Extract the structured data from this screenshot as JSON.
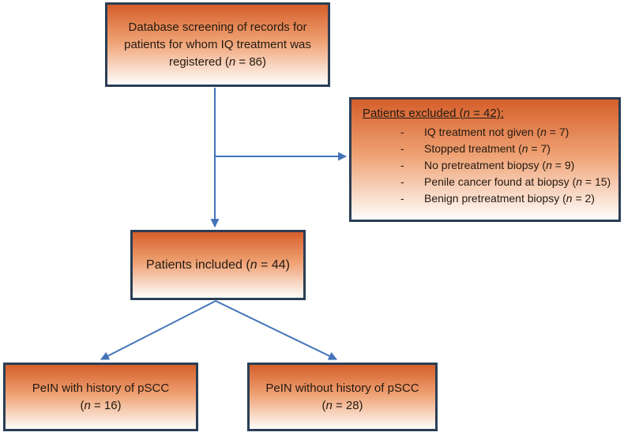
{
  "diagram": {
    "colors": {
      "box_border": "#2b3e55",
      "box_fill_top": "#d55f2a",
      "box_fill_mid": "#efa173",
      "box_fill_bottom": "#fffdfb",
      "arrow_color": "#4374b9",
      "text_color": "#241a12"
    },
    "boxes": {
      "screening": {
        "text": "Database screening of records for patients for whom IQ treatment was registered (n = 86)"
      },
      "excluded": {
        "title": "Patients excluded (n = 42):",
        "bullet": "-",
        "items": [
          "IQ treatment not given (n = 7)",
          "Stopped treatment (n = 7)",
          "No pretreatment biopsy (n = 9)",
          "Penile cancer found at biopsy (n = 15)",
          "Benign pretreatment biopsy (n = 2)"
        ]
      },
      "included": {
        "text": "Patients included (n = 44)"
      },
      "pein_with": {
        "line1": "PeIN with history of pSCC",
        "line2": "(n = 16)"
      },
      "pein_without": {
        "line1": "PeIN without history of pSCC",
        "line2": "(n = 28)"
      }
    }
  }
}
